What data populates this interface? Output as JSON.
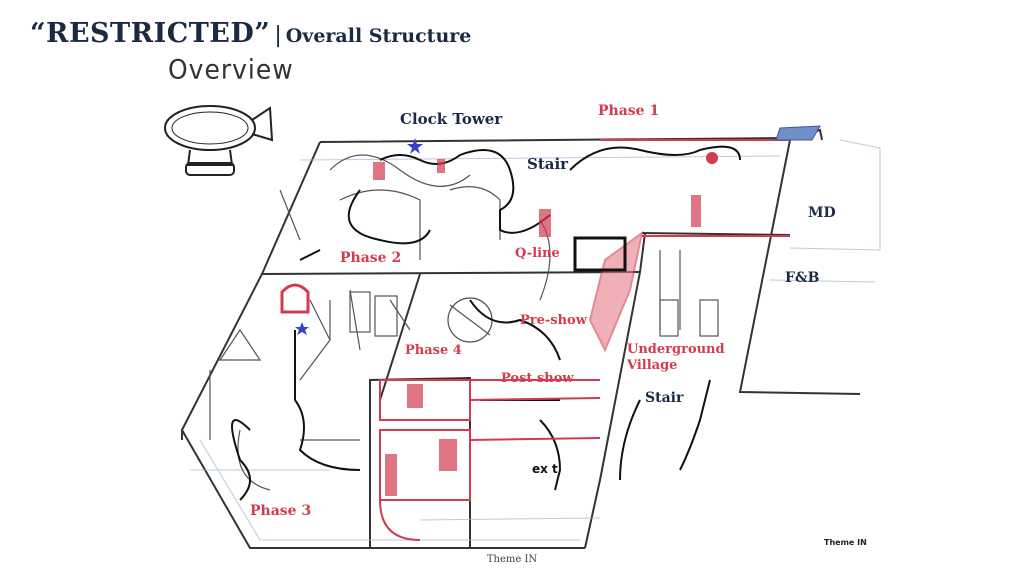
{
  "header": {
    "title_main": "“RESTRICTED”",
    "separator": "|",
    "title_sub": "Overall Structure"
  },
  "sketch": {
    "overview_label": "Overview",
    "labels": {
      "clock_tower": "Clock Tower",
      "phase1": "Phase 1",
      "stair_top": "Stair",
      "md": "MD",
      "fb": "F&B",
      "phase2": "Phase 2",
      "q_line": "Q-line",
      "pre_show": "Pre-show",
      "phase4": "Phase 4",
      "post_show": "Post show",
      "underground_village": "Underground\nVillage",
      "stair_right": "Stair",
      "phase3": "Phase 3",
      "exit": "ex t"
    }
  },
  "footer": {
    "credit": "Theme IN",
    "signature": "Theme IN"
  },
  "colors": {
    "title": "#1a2a44",
    "accent_red": "#d23c4e",
    "pencil": "#333333"
  }
}
